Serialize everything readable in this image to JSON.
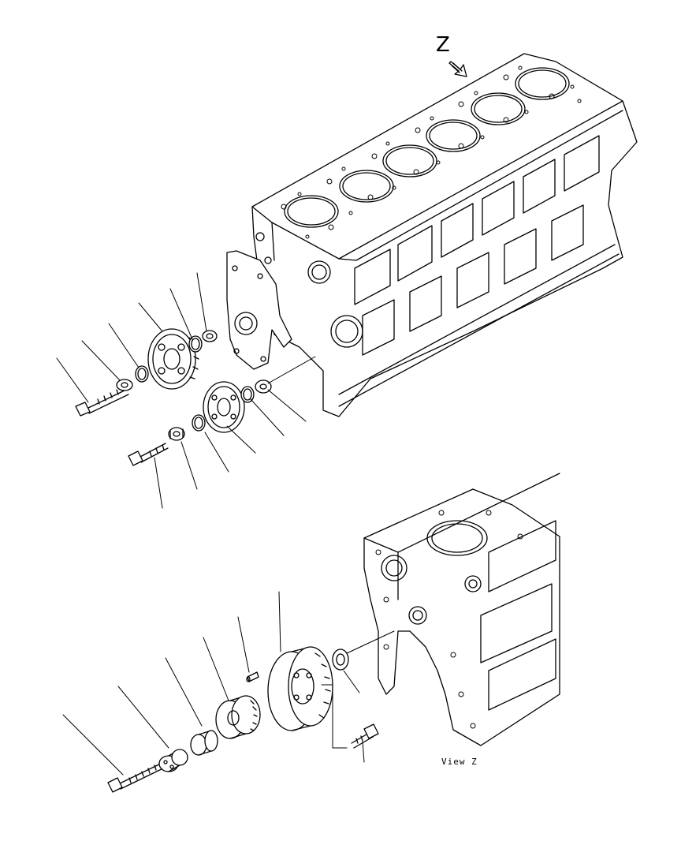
{
  "labels": {
    "view_arrow_letter": "Z",
    "view_caption": "View Z"
  },
  "colors": {
    "line": "#000000",
    "background": "#ffffff"
  },
  "parts": {
    "upper_idler_a": [
      "flange-bolt",
      "washer",
      "thrust-ring",
      "idler-gear",
      "thrust-ring",
      "washer"
    ],
    "upper_idler_b": [
      "flange-bolt",
      "washer",
      "thrust-ring",
      "idler-gear",
      "thrust-ring",
      "washer"
    ],
    "lower_assembly": [
      "flange-bolt",
      "cap",
      "bushing",
      "gear",
      "dowel-pin",
      "idler-gear",
      "washer",
      "flange-bolt"
    ]
  }
}
